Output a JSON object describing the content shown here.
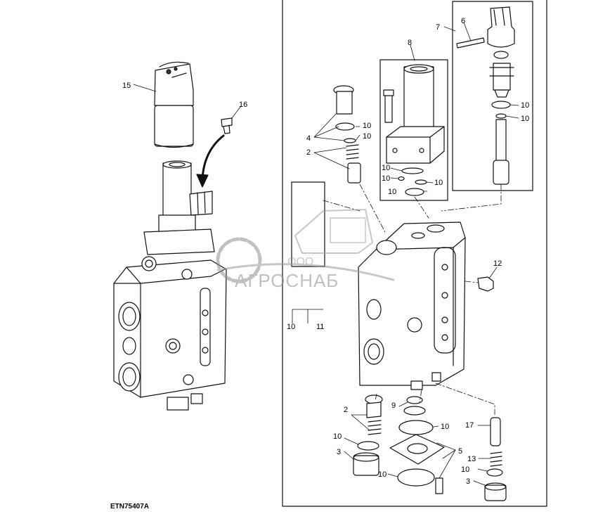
{
  "figure_code": "ETN75407A",
  "watermark": {
    "company_prefix": "ООО",
    "company_name": "АГРОСНАБ"
  },
  "callouts": [
    {
      "id": "c15",
      "text": "15"
    },
    {
      "id": "c16",
      "text": "16"
    },
    {
      "id": "c7",
      "text": "7"
    },
    {
      "id": "c6",
      "text": "6"
    },
    {
      "id": "c8",
      "text": "8"
    },
    {
      "id": "c4",
      "text": "4"
    },
    {
      "id": "c2a",
      "text": "2"
    },
    {
      "id": "c10a",
      "text": "10"
    },
    {
      "id": "c10b",
      "text": "10"
    },
    {
      "id": "c10c",
      "text": "10"
    },
    {
      "id": "c10d",
      "text": "10"
    },
    {
      "id": "c10e",
      "text": "10"
    },
    {
      "id": "c10f",
      "text": "10"
    },
    {
      "id": "c10g",
      "text": "10"
    },
    {
      "id": "c10h",
      "text": "10"
    },
    {
      "id": "c12",
      "text": "12"
    },
    {
      "id": "c10i",
      "text": "10"
    },
    {
      "id": "c11",
      "text": "11"
    },
    {
      "id": "c2b",
      "text": "2"
    },
    {
      "id": "c9",
      "text": "9"
    },
    {
      "id": "c10j",
      "text": "10"
    },
    {
      "id": "c17",
      "text": "17"
    },
    {
      "id": "c10k",
      "text": "10"
    },
    {
      "id": "c3a",
      "text": "3"
    },
    {
      "id": "c5",
      "text": "5"
    },
    {
      "id": "c13",
      "text": "13"
    },
    {
      "id": "c10l",
      "text": "10"
    },
    {
      "id": "c10m",
      "text": "10"
    },
    {
      "id": "c3b",
      "text": "3"
    }
  ]
}
